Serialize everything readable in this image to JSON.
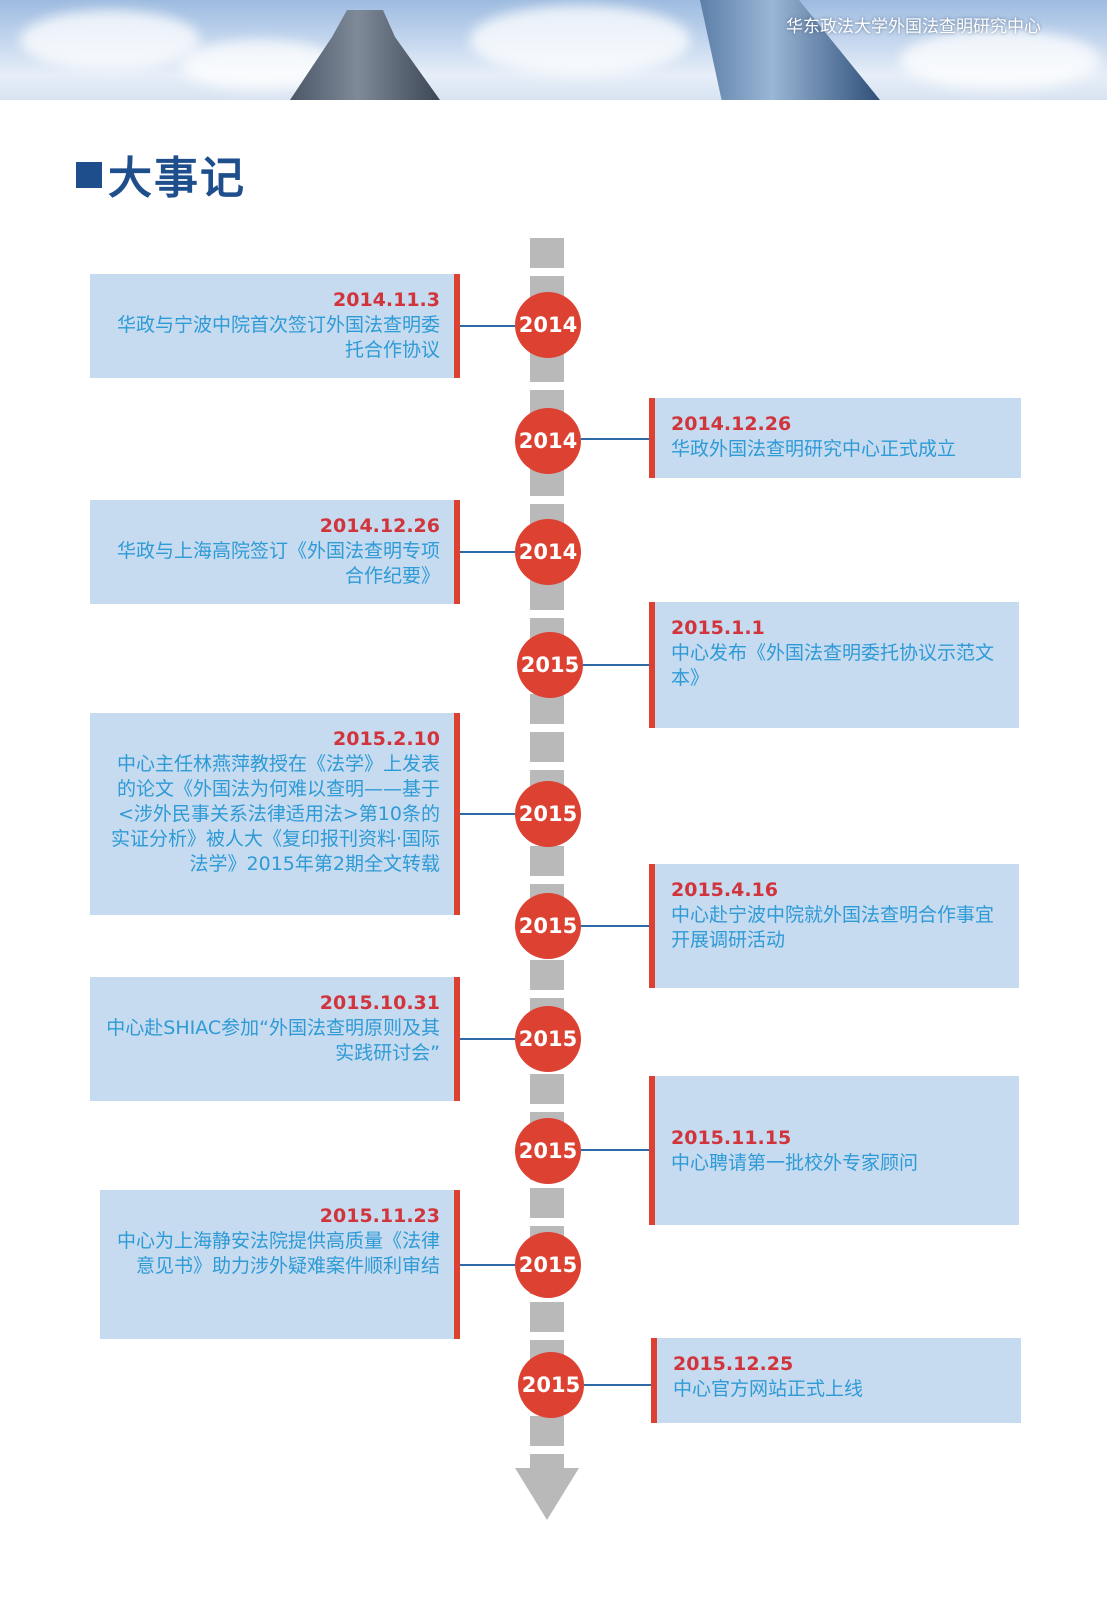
{
  "header": {
    "title": "华东政法大学外国法查明研究中心"
  },
  "section": {
    "title": "大事记"
  },
  "events": [
    {
      "year": "2014",
      "date": "2014.11.3",
      "text": "华政与宁波中院首次签订外国法查明委托合作协议"
    },
    {
      "year": "2014",
      "date": "2014.12.26",
      "text": "华政外国法查明研究中心正式成立"
    },
    {
      "year": "2014",
      "date": "2014.12.26",
      "text": "华政与上海高院签订《外国法查明专项合作纪要》"
    },
    {
      "year": "2015",
      "date": "2015.1.1",
      "text": "中心发布《外国法查明委托协议示范文本》"
    },
    {
      "year": "2015",
      "date": "2015.2.10",
      "text": "中心主任林燕萍教授在《法学》上发表的论文《外国法为何难以查明——基于<涉外民事关系法律适用法>第10条的实证分析》被人大《复印报刊资料·国际法学》2015年第2期全文转载"
    },
    {
      "year": "2015",
      "date": "2015.4.16",
      "text": "中心赴宁波中院就外国法查明合作事宜开展调研活动"
    },
    {
      "year": "2015",
      "date": "2015.10.31",
      "text": "中心赴SHIAC参加“外国法查明原则及其实践研讨会”"
    },
    {
      "year": "2015",
      "date": "2015.11.15",
      "text": "中心聘请第一批校外专家顾问"
    },
    {
      "year": "2015",
      "date": "2015.11.23",
      "text": "中心为上海静安法院提供高质量《法律意见书》助力涉外疑难案件顺利审结"
    },
    {
      "year": "2015",
      "date": "2015.12.25",
      "text": "中心官方网站正式上线"
    }
  ],
  "colors": {
    "accent_red": "#dd4131",
    "card_bg": "#c6daf0",
    "text_blue": "#2e9bd6",
    "heading_blue": "#1f4e8c",
    "axis_gray": "#b9b9b9"
  }
}
